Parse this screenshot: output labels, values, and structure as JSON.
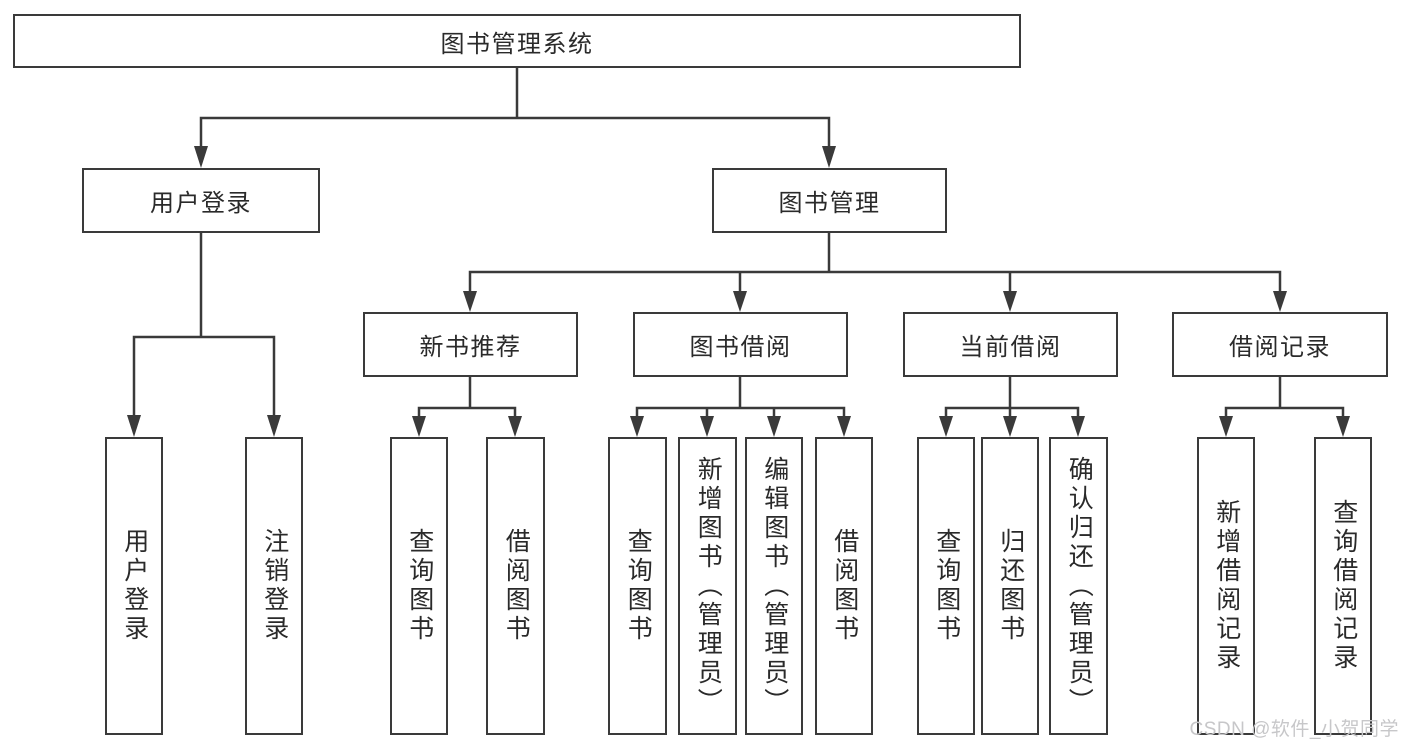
{
  "diagram": {
    "type": "hierarchy-tree",
    "nodes": {
      "root": "图书管理系统",
      "level2": {
        "user_login": "用户登录",
        "book_management": "图书管理"
      },
      "level3": {
        "new_book_recommend": "新书推荐",
        "book_borrowing": "图书借阅",
        "current_borrowing": "当前借阅",
        "borrowing_records": "借阅记录"
      },
      "leaves": {
        "user_login_children": [
          "用户登录",
          "注销登录"
        ],
        "new_book_recommend_children": [
          "查询图书",
          "借阅图书"
        ],
        "book_borrowing_children": [
          "查询图书",
          "新增图书（管理员）",
          "编辑图书（管理员）",
          "借阅图书"
        ],
        "current_borrowing_children": [
          "查询图书",
          "归还图书",
          "确认归还（管理员）"
        ],
        "borrowing_records_children": [
          "新增借阅记录",
          "查询借阅记录"
        ]
      }
    },
    "colors": {
      "line": "#3a3a3a",
      "text": "#2a2a2a",
      "background": "#ffffff",
      "watermark": "#c7c7c9"
    }
  },
  "watermark": "CSDN @软件_小贺同学"
}
